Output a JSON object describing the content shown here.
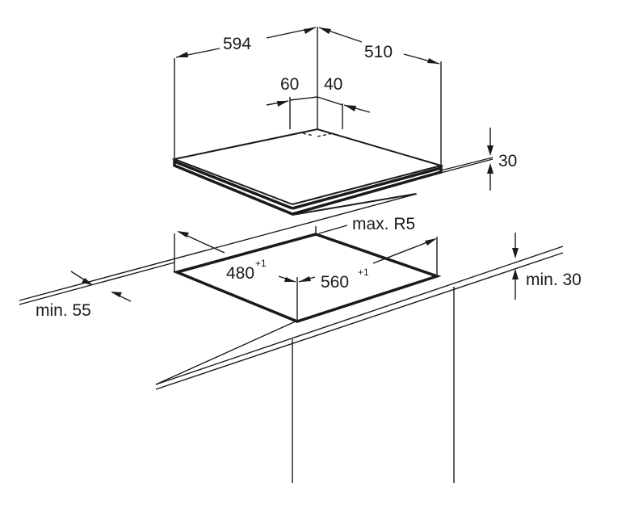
{
  "labels": {
    "width_total": "594",
    "depth_total": "510",
    "offset_left": "60",
    "offset_right": "40",
    "hob_height": "30",
    "corner_radius": "max. R5",
    "cutout_depth": "480",
    "cutout_depth_tol": "+1",
    "cutout_width": "560",
    "cutout_width_tol": "+1",
    "min_front_gap": "min. 55",
    "min_worktop": "min. 30"
  },
  "colors": {
    "line": "#1a1a1a",
    "background": "#ffffff"
  }
}
